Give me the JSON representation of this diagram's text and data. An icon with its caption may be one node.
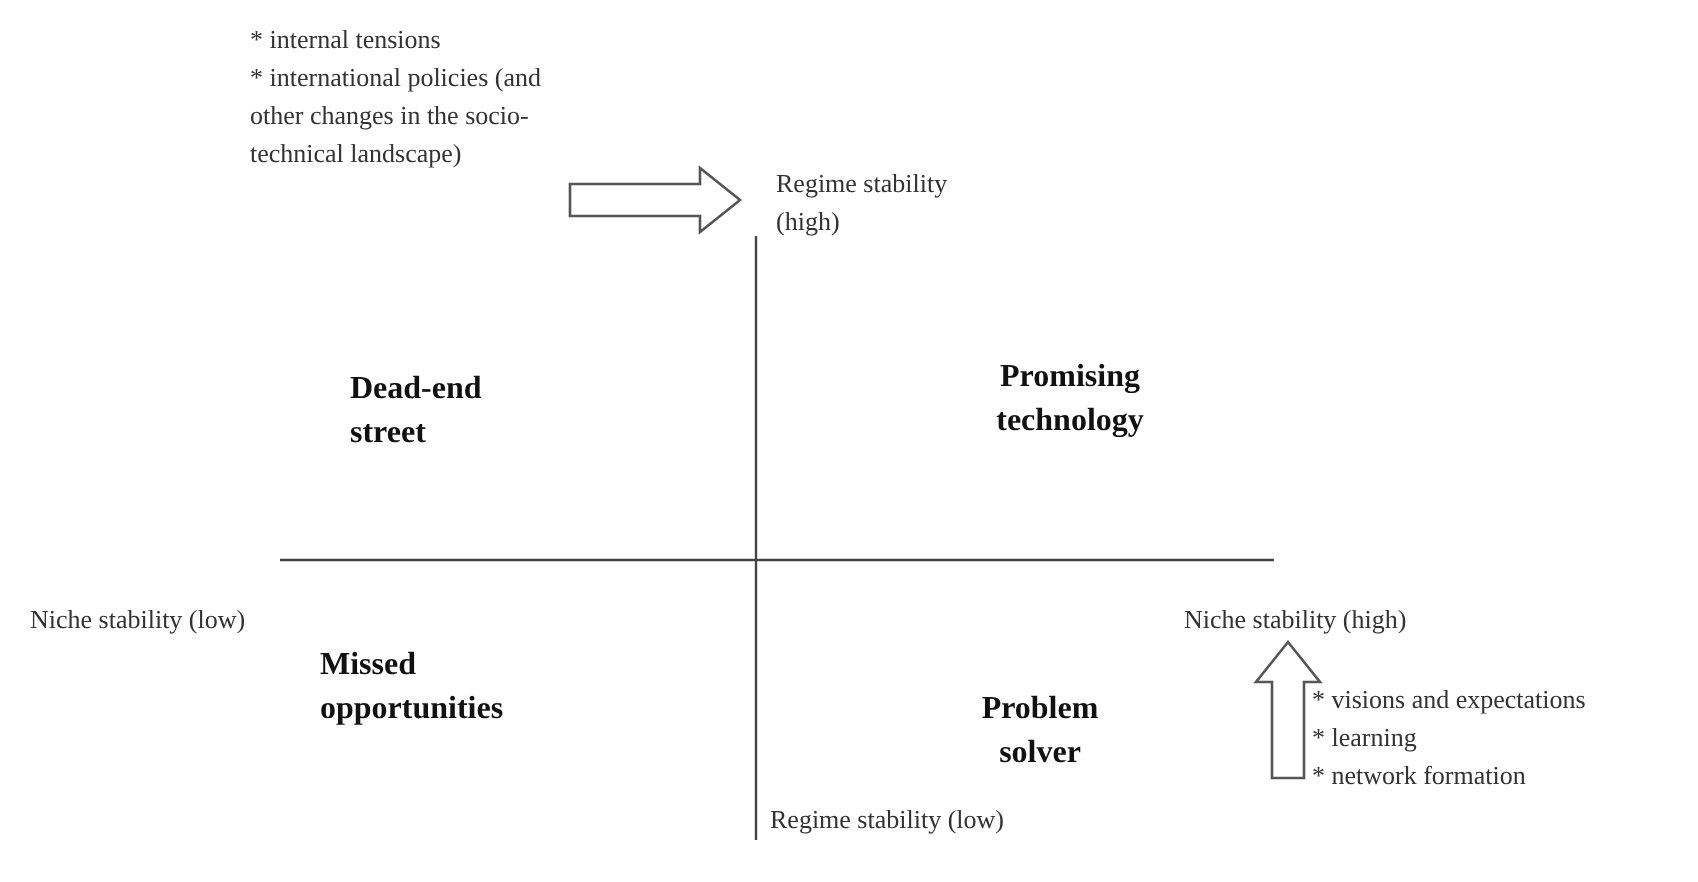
{
  "diagram": {
    "nodes": [
      {
        "text": [
          "* internal tensions",
          "* international policies (and other changes in the socio-technical landscape)"
        ]
      },
      {
        "text": [
          "Regime stability (high)"
        ]
      },
      {
        "text": [
          "Niche stability (high)"
        ]
      },
      {
        "text": [
          "* visions and expectations",
          "* learning",
          "* network formation"
        ]
      }
    ],
    "edges": [
      {
        "from": 0,
        "to": 1,
        "arrow": "to"
      },
      {
        "from": 3,
        "to": 2,
        "arrow": "to"
      }
    ],
    "labels": [
      "Dead-end street",
      "Promising technology",
      "Niche stability (low)",
      "Missed opportunities",
      "Problem solver",
      "Regime stability (low)"
    ]
  }
}
